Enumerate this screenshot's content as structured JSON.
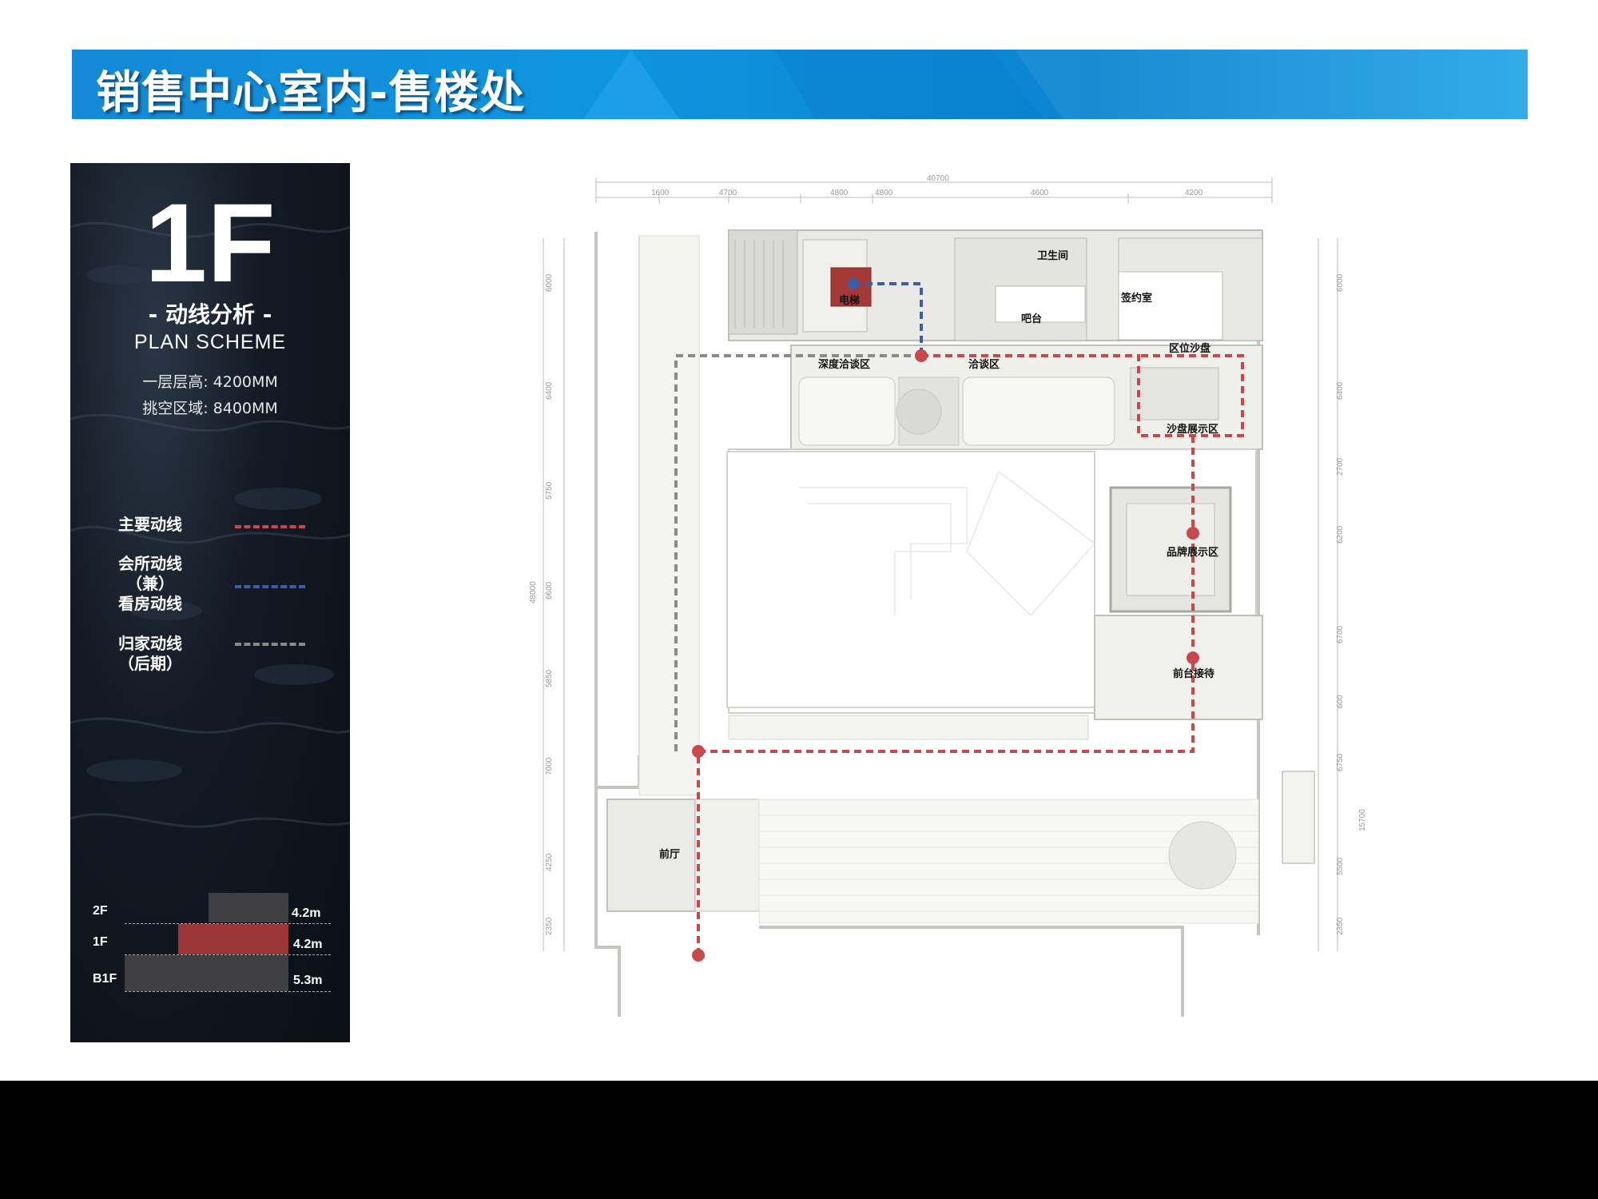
{
  "header": {
    "title": "销售中心室内-售楼处"
  },
  "sidebar": {
    "floor": "1F",
    "subtitle": "- 动线分析 -",
    "subtitle_en": "PLAN SCHEME",
    "info": [
      "一层层高: 4200MM",
      "挑空区域: 8400MM"
    ],
    "legend": [
      {
        "label": "主要动线",
        "color": "#c9484b"
      },
      {
        "label": "会所动线\n（兼）\n看房动线",
        "color": "#3a5ea8"
      },
      {
        "label": "归家动线\n（后期）",
        "color": "#8a8a8a"
      }
    ],
    "floors": [
      {
        "name": "2F",
        "height": "4.2m",
        "active": false
      },
      {
        "name": "1F",
        "height": "4.2m",
        "active": true
      },
      {
        "name": "B1F",
        "height": "5.3m",
        "active": false
      }
    ]
  },
  "plan": {
    "rooms": {
      "elevator": "电梯",
      "restroom": "卫生间",
      "bar": "吧台",
      "signing": "签约室",
      "sandtable_area": "区位沙盘",
      "deep_negotiation": "深度洽谈区",
      "negotiation": "洽谈区",
      "sandtable_display": "沙盘展示区",
      "brand_display": "品牌展示区",
      "reception": "前台接待",
      "foyer": "前厅"
    },
    "dims_top": [
      "40700",
      "1600",
      "4700",
      "4800",
      "4800",
      "4600",
      "4200"
    ],
    "dims_left": [
      "6000",
      "6400",
      "5750",
      "6600",
      "48000",
      "5850",
      "7000",
      "4250",
      "2350"
    ],
    "dims_right": [
      "6000",
      "6400",
      "2700",
      "6200",
      "6700",
      "600",
      "6750",
      "15700",
      "5500",
      "2350"
    ],
    "colors": {
      "main_route": "#c9484b",
      "club_route": "#3a5ea8",
      "home_route": "#8a8a8a",
      "banner": "#0f8fdc"
    }
  }
}
